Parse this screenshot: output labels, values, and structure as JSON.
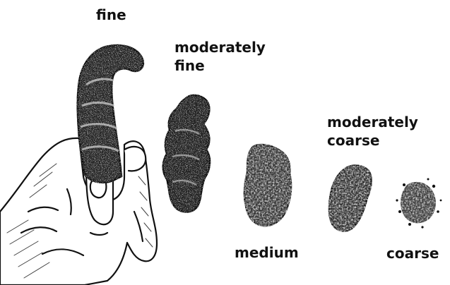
{
  "labels": {
    "fine": "fine",
    "moderately_fine": [
      "moderately",
      "fine"
    ],
    "medium": "medium",
    "moderately_coarse": [
      "moderately",
      "coarse"
    ],
    "coarse": "coarse"
  },
  "colors": {
    "background": "#ffffff",
    "ink": "#111111",
    "specimen_dark": "#1c1c1c",
    "specimen_mid": "#4a4a4a",
    "speckle": "#e6e6e6"
  }
}
